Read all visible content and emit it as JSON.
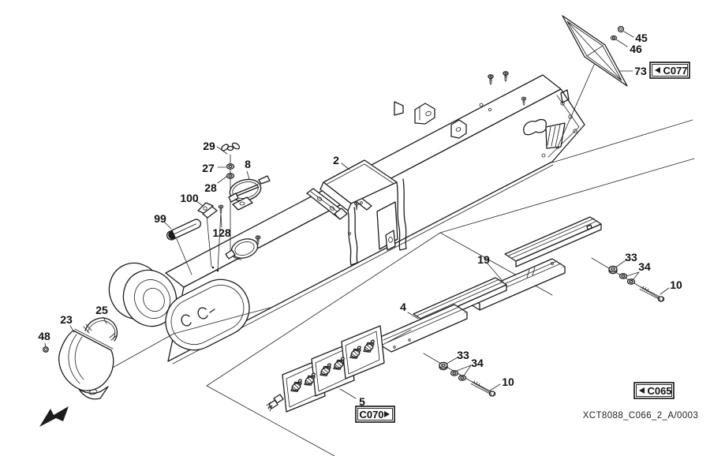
{
  "diagram": {
    "type": "exploded-parts-diagram",
    "drawing_number": "XCT8088_C066_2_A/0003",
    "callouts": {
      "2": "2",
      "4": "4",
      "5": "5",
      "8": "8",
      "10_right": "10",
      "10_bottom": "10",
      "19": "19",
      "23": "23",
      "25": "25",
      "27": "27",
      "28": "28",
      "29": "29",
      "33_right": "33",
      "33_bottom": "33",
      "34_right": "34",
      "34_bottom": "34",
      "45": "45",
      "46": "46",
      "48": "48",
      "73": "73",
      "99": "99",
      "100": "100",
      "128": "128"
    },
    "references": {
      "c077": {
        "label": "C077",
        "arrow_direction": "left"
      },
      "c070": {
        "label": "C070",
        "arrow_direction": "right"
      },
      "c065": {
        "label": "C065",
        "arrow_direction": "left"
      }
    },
    "colors": {
      "line": "#1c1c1c",
      "background": "#ffffff"
    }
  }
}
